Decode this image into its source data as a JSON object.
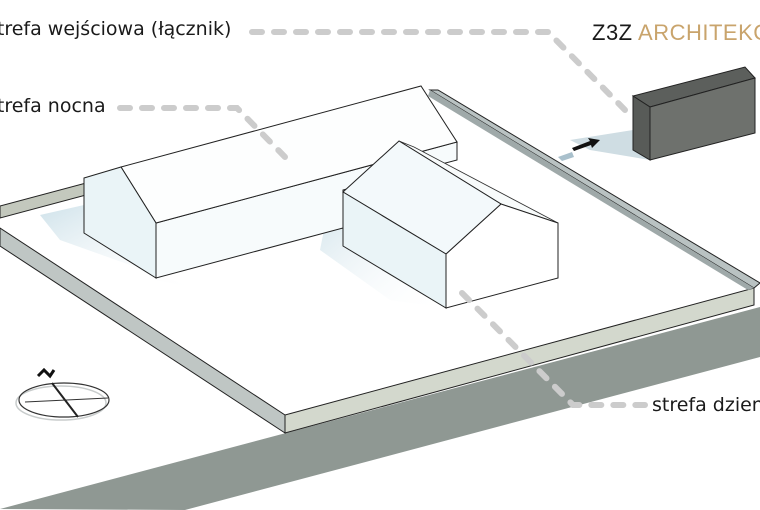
{
  "labels": {
    "entry_zone": "strefa wejściowa (łącznik)",
    "night_zone": "strefa nocna",
    "day_zone": "strefa dzienna"
  },
  "logo": {
    "part1": "Z3Z",
    "part2": "ARCHITEKCI",
    "accent_color": "#c9a46c"
  },
  "compass": {
    "north_label": "N"
  },
  "colors": {
    "road": "#8f9893",
    "wall": "#c9cfc6",
    "shed": "#6a6d6a",
    "leader": "#cccccc"
  }
}
